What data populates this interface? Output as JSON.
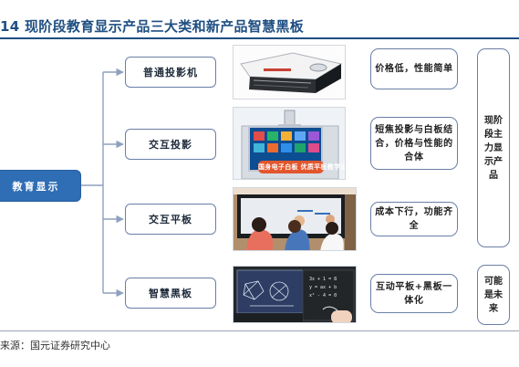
{
  "figure": {
    "title": "14 现阶段教育显示产品三大类和新产品智慧黑板",
    "source": "来源：国元证券研究中心"
  },
  "diagram": {
    "root_node": "教育显示",
    "categories": [
      {
        "label": "普通投影机"
      },
      {
        "label": "交互投影"
      },
      {
        "label": "交互平板"
      },
      {
        "label": "智慧黑板"
      }
    ],
    "notes": [
      "价格低，性能简单",
      "短焦投影与白板结合，价格与性能的合体",
      "成本下行，功能齐全",
      "互动平板+黑板一体化"
    ],
    "side_labels": {
      "current": "现阶段主力显示产品",
      "future": "可能是未来"
    }
  },
  "images": {
    "interactive_projection_banner": "国身电子白板 优质平板教学设备"
  },
  "colors": {
    "title": "#1f4f82",
    "root_fill": "#2f6db5",
    "box_border": "#6a7fa6",
    "connector": "#8ea0be"
  }
}
